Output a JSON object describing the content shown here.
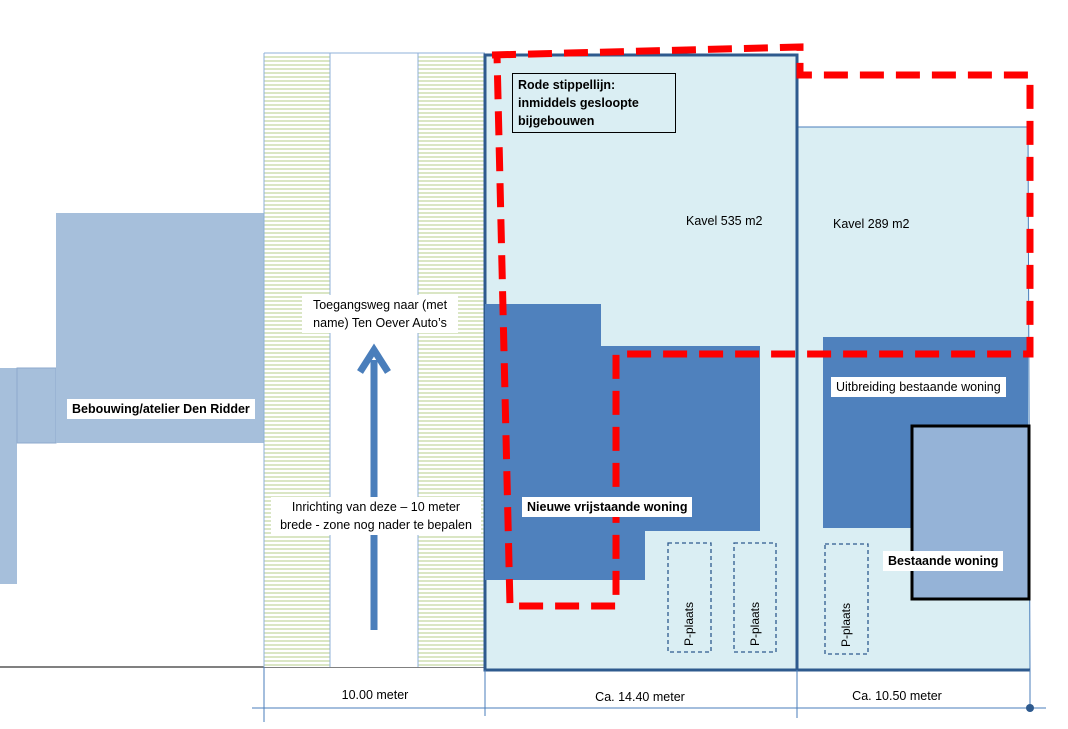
{
  "labels": {
    "legend_red_dotted": "Rode stippellijn: inmiddels gesloopte bijgebouwen",
    "plot_535": "Kavel 535 m2",
    "plot_289": "Kavel 289 m2",
    "access_road": "Toegangsweg naar (met name) Ten Oever Auto’s",
    "zone_note": "Inrichting van deze – 10 meter brede - zone nog nader te bepalen",
    "neighbor_building": "Bebouwing/atelier Den Ridder",
    "new_house": "Nieuwe vrijstaande woning",
    "extension_existing": "Uitbreiding bestaande woning",
    "existing_house": "Bestaande woning",
    "parking_1": "P-plaats",
    "parking_2": "P-plaats",
    "parking_3": "P-plaats"
  },
  "dimensions": {
    "road_width": "10.00 meter",
    "plot_535_width": "Ca. 14.40 meter",
    "plot_289_width": "Ca. 10.50 meter"
  },
  "colors": {
    "plot_fill": "#daeef3",
    "building_dark": "#4f81bd",
    "building_light": "#95b3d7",
    "neighbor_fill": "#a6bfdb",
    "demolished_outline": "#ff0000",
    "road_stripes": "#c4d79b",
    "plot_outline": "#2e5a8e"
  }
}
